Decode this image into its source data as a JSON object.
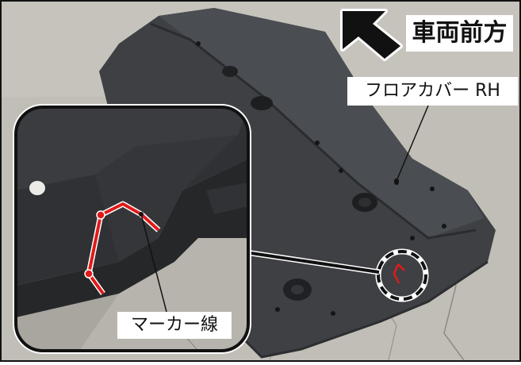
{
  "labels": {
    "front_direction": "車両前方",
    "floor_cover": "フロアカバー RH",
    "marker_line": "マーカー線"
  },
  "colors": {
    "floor": "#b9b6ae",
    "cover": "#3c3e41",
    "marker": "#e01a1a",
    "frame": "#111111",
    "label_bg": "#ffffff"
  },
  "icons": {
    "direction_arrow": "arrow-up-left-icon"
  }
}
